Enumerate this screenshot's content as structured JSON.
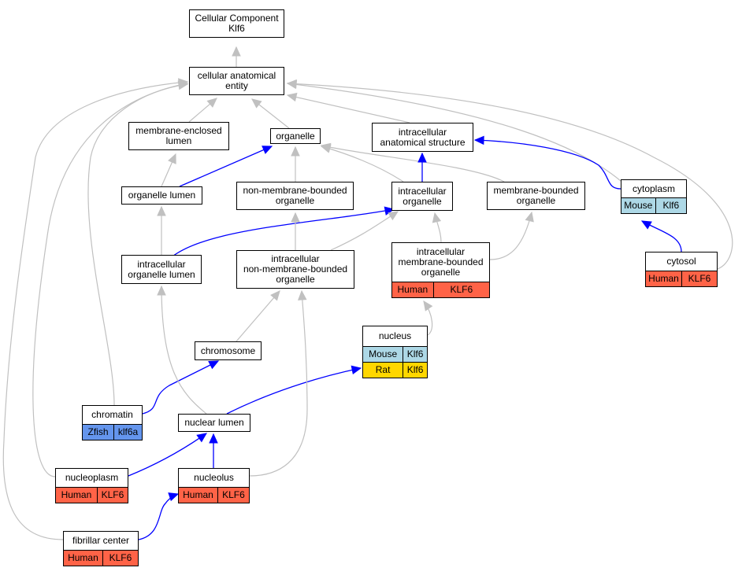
{
  "diagram": {
    "colors": {
      "gray_edge": "#c0c0c0",
      "blue_edge": "#0000ff",
      "human": "#ff6347",
      "mouse": "#add8e6",
      "rat": "#ffd700",
      "zfish": "#6495ed"
    },
    "nodes": [
      {
        "id": "cc",
        "label": "Cellular Component\nKlf6",
        "rows": []
      },
      {
        "id": "cae",
        "label": "cellular anatomical\nentity",
        "rows": []
      },
      {
        "id": "mel",
        "label": "membrane-enclosed\nlumen",
        "rows": []
      },
      {
        "id": "org",
        "label": "organelle",
        "rows": []
      },
      {
        "id": "ias",
        "label": "intracellular\nanatomical structure",
        "rows": []
      },
      {
        "id": "orgl",
        "label": "organelle lumen",
        "rows": []
      },
      {
        "id": "nmbo",
        "label": "non-membrane-bounded\norganelle",
        "rows": []
      },
      {
        "id": "io",
        "label": "intracellular\norganelle",
        "rows": []
      },
      {
        "id": "mbo",
        "label": "membrane-bounded\norganelle",
        "rows": []
      },
      {
        "id": "cyto",
        "label": "cytoplasm",
        "rows": [
          {
            "species": "Mouse",
            "gene": "Klf6",
            "color": "mouse"
          }
        ]
      },
      {
        "id": "iol",
        "label": "intracellular\norganelle lumen",
        "rows": []
      },
      {
        "id": "inmbo",
        "label": "intracellular\nnon-membrane-bounded\norganelle",
        "rows": []
      },
      {
        "id": "imbo",
        "label": "intracellular\nmembrane-bounded\norganelle",
        "rows": [
          {
            "species": "Human",
            "gene": "KLF6",
            "color": "human"
          }
        ]
      },
      {
        "id": "cytosol",
        "label": "cytosol",
        "rows": [
          {
            "species": "Human",
            "gene": "KLF6",
            "color": "human"
          }
        ]
      },
      {
        "id": "nucleus",
        "label": "nucleus",
        "rows": [
          {
            "species": "Mouse",
            "gene": "Klf6",
            "color": "mouse"
          },
          {
            "species": "Rat",
            "gene": "Klf6",
            "color": "rat"
          }
        ]
      },
      {
        "id": "chromosome",
        "label": "chromosome",
        "rows": []
      },
      {
        "id": "chromatin",
        "label": "chromatin",
        "rows": [
          {
            "species": "Zfish",
            "gene": "klf6a",
            "color": "zfish"
          }
        ]
      },
      {
        "id": "nl",
        "label": "nuclear lumen",
        "rows": []
      },
      {
        "id": "nucleoplasm",
        "label": "nucleoplasm",
        "rows": [
          {
            "species": "Human",
            "gene": "KLF6",
            "color": "human"
          }
        ]
      },
      {
        "id": "nucleolus",
        "label": "nucleolus",
        "rows": [
          {
            "species": "Human",
            "gene": "KLF6",
            "color": "human"
          }
        ]
      },
      {
        "id": "fc",
        "label": "fibrillar center",
        "rows": [
          {
            "species": "Human",
            "gene": "KLF6",
            "color": "human"
          }
        ]
      }
    ],
    "edges": [
      {
        "from": "cae",
        "to": "cc",
        "kind": "gray"
      },
      {
        "from": "mel",
        "to": "cae",
        "kind": "gray"
      },
      {
        "from": "org",
        "to": "cae",
        "kind": "gray"
      },
      {
        "from": "ias",
        "to": "cae",
        "kind": "gray"
      },
      {
        "from": "cyto",
        "to": "cae",
        "kind": "gray"
      },
      {
        "from": "cytosol",
        "to": "cae",
        "kind": "gray"
      },
      {
        "from": "chromatin",
        "to": "cae",
        "kind": "gray"
      },
      {
        "from": "nucleoplasm",
        "to": "cae",
        "kind": "gray"
      },
      {
        "from": "fc",
        "to": "cae",
        "kind": "gray"
      },
      {
        "from": "orgl",
        "to": "mel",
        "kind": "gray"
      },
      {
        "from": "orgl",
        "to": "org",
        "kind": "blue"
      },
      {
        "from": "nmbo",
        "to": "org",
        "kind": "gray"
      },
      {
        "from": "io",
        "to": "org",
        "kind": "gray"
      },
      {
        "from": "mbo",
        "to": "org",
        "kind": "gray"
      },
      {
        "from": "io",
        "to": "ias",
        "kind": "blue"
      },
      {
        "from": "cyto",
        "to": "ias",
        "kind": "blue"
      },
      {
        "from": "iol",
        "to": "orgl",
        "kind": "gray"
      },
      {
        "from": "iol",
        "to": "io",
        "kind": "blue"
      },
      {
        "from": "inmbo",
        "to": "nmbo",
        "kind": "gray"
      },
      {
        "from": "inmbo",
        "to": "io",
        "kind": "gray"
      },
      {
        "from": "imbo",
        "to": "io",
        "kind": "gray"
      },
      {
        "from": "imbo",
        "to": "mbo",
        "kind": "gray"
      },
      {
        "from": "cytosol",
        "to": "cyto",
        "kind": "blue"
      },
      {
        "from": "nucleus",
        "to": "imbo",
        "kind": "gray"
      },
      {
        "from": "chromosome",
        "to": "inmbo",
        "kind": "gray"
      },
      {
        "from": "chromatin",
        "to": "chromosome",
        "kind": "blue"
      },
      {
        "from": "nl",
        "to": "nucleus",
        "kind": "blue"
      },
      {
        "from": "nl",
        "to": "iol",
        "kind": "gray"
      },
      {
        "from": "nucleoplasm",
        "to": "nl",
        "kind": "blue"
      },
      {
        "from": "nucleolus",
        "to": "nl",
        "kind": "blue"
      },
      {
        "from": "nucleolus",
        "to": "inmbo",
        "kind": "gray"
      },
      {
        "from": "fc",
        "to": "nucleolus",
        "kind": "blue"
      }
    ]
  }
}
